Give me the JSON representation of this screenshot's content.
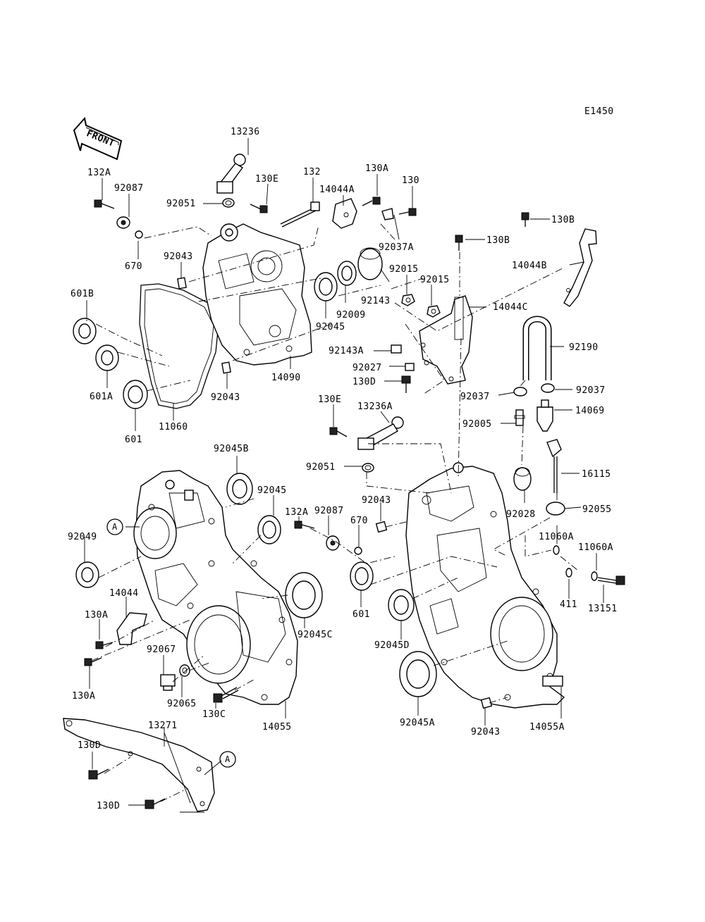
{
  "diagram_code": "E1450",
  "front_label": "FRONT",
  "ref_marks": {
    "a1": "A",
    "a2": "A"
  },
  "parts": {
    "p13236": "13236",
    "p132A_top": "132A",
    "p92087_top": "92087",
    "p130E_top": "130E",
    "p132": "132",
    "p130A_top": "130A",
    "p130": "130",
    "p14044A": "14044A",
    "p92051_top": "92051",
    "p670_top": "670",
    "p92043_a": "92043",
    "p92037A": "92037A",
    "p130B_a": "130B",
    "p130B_b": "130B",
    "p14044B": "14044B",
    "p92015_a": "92015",
    "p92015_b": "92015",
    "p92143": "92143",
    "p14044C": "14044C",
    "p601B": "601B",
    "p92009": "92009",
    "p92045_top": "92045",
    "p92143A": "92143A",
    "p92190": "92190",
    "p92027": "92027",
    "p14090": "14090",
    "p130D_mid": "130D",
    "p601A": "601A",
    "p92043_b": "92043",
    "p92037_a": "92037",
    "p92037_b": "92037",
    "p601_top": "601",
    "p11060": "11060",
    "p130E_mid": "130E",
    "p13236A": "13236A",
    "p14069": "14069",
    "p92005": "92005",
    "p92045B": "92045B",
    "p92051_mid": "92051",
    "p16115": "16115",
    "p92045_mid": "92045",
    "p92043_c": "92043",
    "p92028": "92028",
    "p92055": "92055",
    "p132A_mid": "132A",
    "p92087_mid": "92087",
    "p670_mid": "670",
    "p92049": "92049",
    "p11060A_a": "11060A",
    "p11060A_b": "11060A",
    "p14044": "14044",
    "p411": "411",
    "p13151": "13151",
    "p601_mid": "601",
    "p130A_a": "130A",
    "p92045C": "92045C",
    "p92045D": "92045D",
    "p92067": "92067",
    "p130A_b": "130A",
    "p92065": "92065",
    "p130C": "130C",
    "p14055": "14055",
    "p92045A": "92045A",
    "p92043_d": "92043",
    "p14055A": "14055A",
    "p13271": "13271",
    "p130D_a": "130D",
    "p130D_b": "130D"
  }
}
